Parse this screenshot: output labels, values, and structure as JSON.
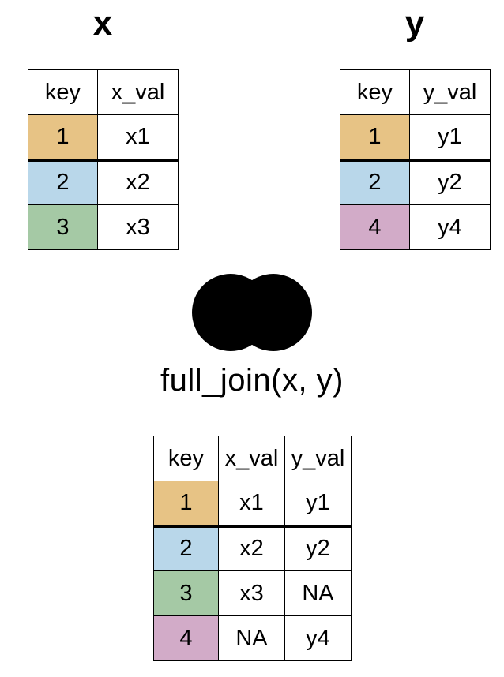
{
  "table_x": {
    "title": "x",
    "headers": [
      "key",
      "x_val"
    ],
    "rows": [
      {
        "key": "1",
        "val": "x1",
        "color": "#e7c385"
      },
      {
        "key": "2",
        "val": "x2",
        "color": "#b9d7ea"
      },
      {
        "key": "3",
        "val": "x3",
        "color": "#a5c9a5"
      }
    ]
  },
  "table_y": {
    "title": "y",
    "headers": [
      "key",
      "y_val"
    ],
    "rows": [
      {
        "key": "1",
        "val": "y1",
        "color": "#e7c385"
      },
      {
        "key": "2",
        "val": "y2",
        "color": "#b9d7ea"
      },
      {
        "key": "4",
        "val": "y4",
        "color": "#d2abc8"
      }
    ]
  },
  "venn": {
    "icon": "full-join-venn",
    "fill": "#000000"
  },
  "caption": "full_join(x, y)",
  "result_table": {
    "headers": [
      "key",
      "x_val",
      "y_val"
    ],
    "rows": [
      {
        "key": "1",
        "x_val": "x1",
        "y_val": "y1",
        "color": "#e7c385"
      },
      {
        "key": "2",
        "x_val": "x2",
        "y_val": "y2",
        "color": "#b9d7ea"
      },
      {
        "key": "3",
        "x_val": "x3",
        "y_val": "NA",
        "color": "#a5c9a5"
      },
      {
        "key": "4",
        "x_val": "NA",
        "y_val": "y4",
        "color": "#d2abc8"
      }
    ]
  }
}
